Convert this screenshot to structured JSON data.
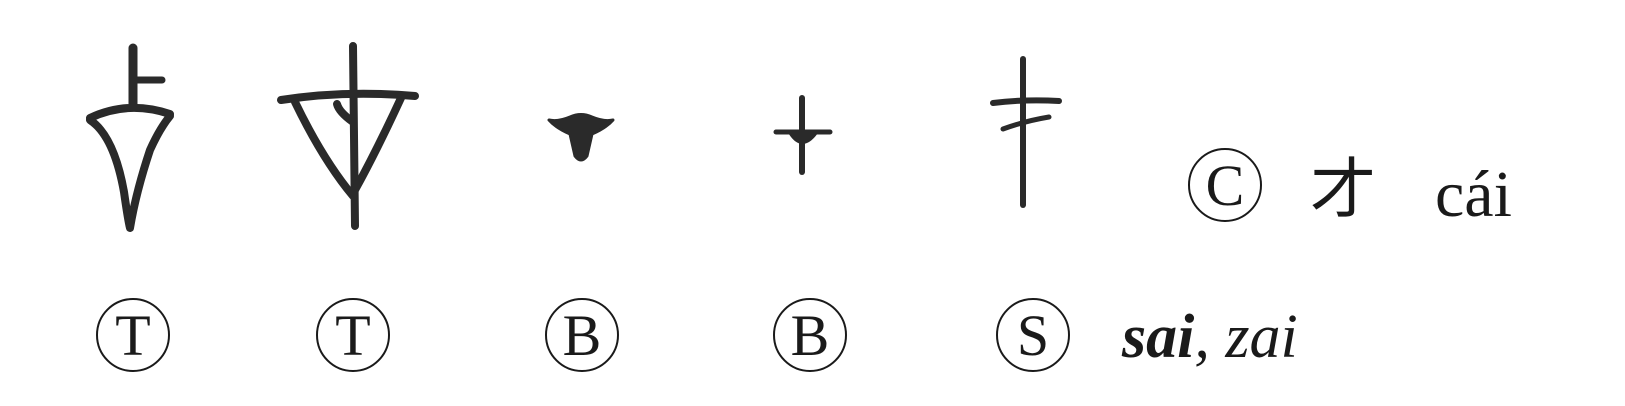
{
  "glyph_row": [
    {
      "icon": "oracle-bone-glyph-cai-1",
      "script": "T"
    },
    {
      "icon": "oracle-bone-glyph-cai-2",
      "script": "T"
    },
    {
      "icon": "bronze-glyph-cai-1",
      "script": "B"
    },
    {
      "icon": "bronze-glyph-cai-2",
      "script": "B"
    },
    {
      "icon": "seal-glyph-cai",
      "script": "S"
    }
  ],
  "modern": {
    "badge": "C",
    "character": "才",
    "pinyin": "cái"
  },
  "old_reading": {
    "primary": "sai",
    "separator": ", ",
    "secondary": "zai"
  }
}
